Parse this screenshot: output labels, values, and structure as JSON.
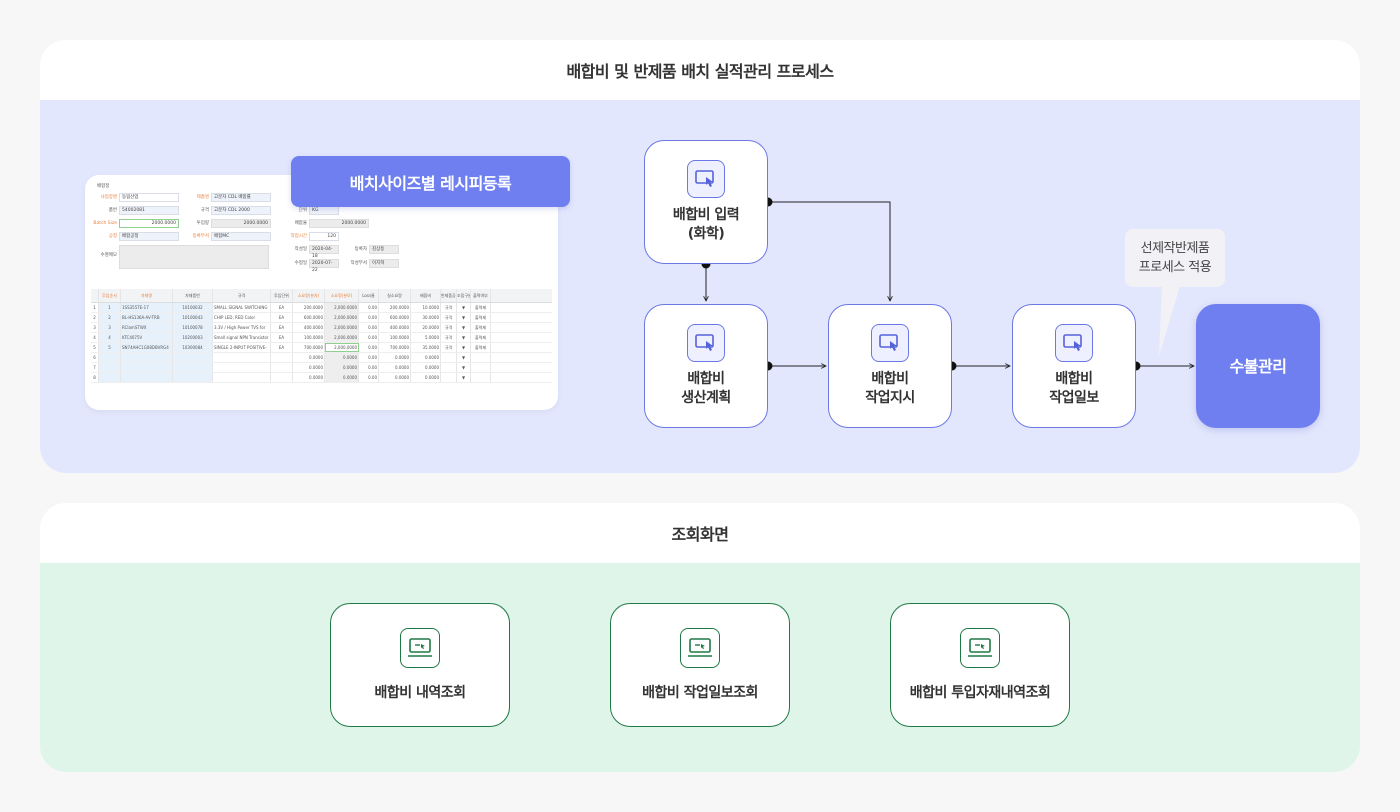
{
  "process_panel": {
    "title": "배합비 및 반제품 배치 실적관리 프로세스",
    "screenshot_title": "배치사이즈별 레시피등록",
    "nodes": [
      {
        "id": "input",
        "line1": "배합비 입력",
        "line2": "(화학)",
        "icon": "touch-screen-icon"
      },
      {
        "id": "plan",
        "line1": "배합비",
        "line2": "생산계획",
        "icon": "touch-screen-icon"
      },
      {
        "id": "order",
        "line1": "배합비",
        "line2": "작업지시",
        "icon": "touch-screen-icon"
      },
      {
        "id": "report",
        "line1": "배합비",
        "line2": "작업일보",
        "icon": "touch-screen-icon"
      },
      {
        "id": "inventory",
        "line1": "수불관리",
        "line2": ""
      }
    ],
    "bubble": {
      "line1": "선제작반제품",
      "line2": "프로세스 적용"
    },
    "accent_color": "#6f7ff0",
    "background_color": "#e3e7fd"
  },
  "mock_form": {
    "header": "배합정",
    "labels": [
      "사업장명",
      "제품명",
      "품번",
      "규격",
      "Batch Size",
      "공정",
      "등록부서",
      "수정",
      "수명메모",
      "등록자",
      "작성일",
      "작성부서",
      "배합율",
      "수정일",
      "투입량",
      "작업시간",
      "단위"
    ],
    "values": [
      "동림산업",
      "고분자 CDL 배합률",
      "54002081",
      "고분자 CDL 2000",
      "2000.0000",
      "2000.0000",
      "배합공정",
      "배합MC",
      "KG",
      "2000.0000",
      "120",
      "2020-04-18",
      "김상등",
      "2020-07-22",
      "이지혁"
    ]
  },
  "mock_table": {
    "headers": [
      "",
      "투입순서",
      "자재명",
      "자재품번",
      "규격",
      "투입단위",
      "소요량(분자)",
      "소요량(분모)",
      "Loss율",
      "실소요량",
      "배합비",
      "반제품공정여부",
      "조립구분",
      "출력여부"
    ],
    "rows": [
      [
        "1",
        "1",
        "1SS355TE-17",
        "10100032",
        "SMALL SIGNAL SWITCHING",
        "EA",
        "200.0000",
        "2,000.0000",
        "0.00",
        "200.0000",
        "10.0000",
        "규격",
        "▼",
        "출력제"
      ],
      [
        "2",
        "2",
        "BL-HS136A-AV-TRB",
        "10100043",
        "CHIP LED, RED Color",
        "EA",
        "600.0000",
        "2,000.0000",
        "0.00",
        "600.0000",
        "30.0000",
        "규격",
        "▼",
        "출력제"
      ],
      [
        "3",
        "3",
        "RClamSTWX",
        "10100078",
        "3.3V / High Power TVS for",
        "EA",
        "400.0000",
        "2,000.0000",
        "0.00",
        "400.0000",
        "20.0000",
        "규격",
        "▼",
        "출력제"
      ],
      [
        "4",
        "4",
        "KTC4075V",
        "10200003",
        "Small signal NPN Transistor",
        "EA",
        "100.0000",
        "2,000.0000",
        "0.00",
        "100.0000",
        "5.0000",
        "규격",
        "▼",
        "출력제"
      ],
      [
        "5",
        "5",
        "SN74AHC1G08DBVRG4",
        "10300084",
        "SINGLE 2-INPUT POSITIVE-",
        "EA",
        "700.0000",
        "2,000.0000",
        "0.00",
        "700.0000",
        "35.0000",
        "규격",
        "▼",
        "출력제"
      ],
      [
        "6",
        "",
        "",
        "",
        "",
        "",
        "0.0000",
        "0.0000",
        "0.00",
        "0.0000",
        "0.0000",
        "",
        "▼",
        ""
      ],
      [
        "7",
        "",
        "",
        "",
        "",
        "",
        "0.0000",
        "0.0000",
        "0.00",
        "0.0000",
        "0.0000",
        "",
        "▼",
        ""
      ],
      [
        "8",
        "",
        "",
        "",
        "",
        "",
        "0.0000",
        "0.0000",
        "0.00",
        "0.0000",
        "0.0000",
        "",
        "▼",
        ""
      ]
    ]
  },
  "query_panel": {
    "title": "조회화면",
    "cards": [
      {
        "label": "배합비 내역조회",
        "icon": "monitor-cursor-icon"
      },
      {
        "label": "배합비 작업일보조회",
        "icon": "monitor-cursor-icon"
      },
      {
        "label": "배합비 투입자재내역조회",
        "icon": "monitor-cursor-icon"
      }
    ],
    "accent_color": "#1f7a45",
    "background_color": "#dff5ea"
  }
}
